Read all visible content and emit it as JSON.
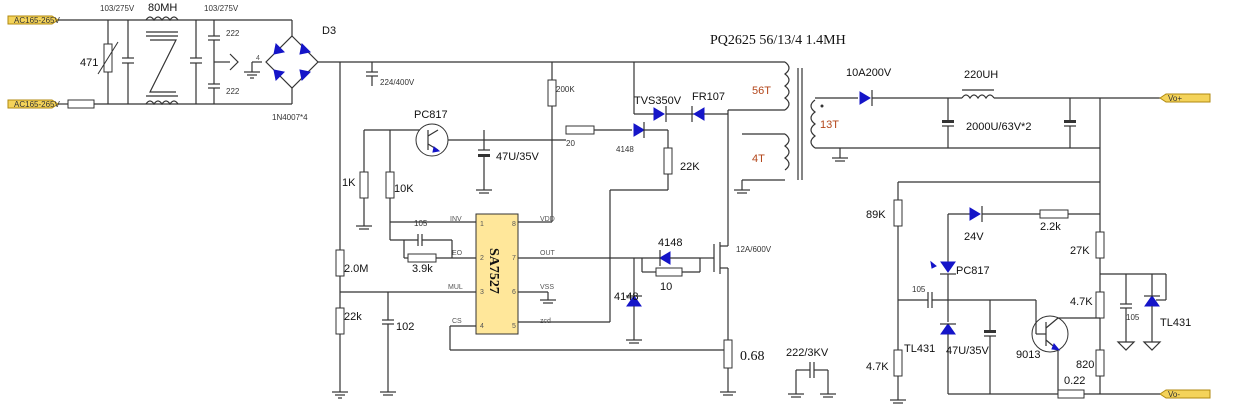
{
  "inputs": {
    "ac_top": "AC165-265V",
    "ac_bottom": "AC165-265V"
  },
  "outputs": {
    "out_top": "Vo+",
    "out_bottom": "Vo-"
  },
  "labels": {
    "c1": "103/275V",
    "l1": "80MH",
    "c2": "103/275V",
    "c222a": "222",
    "c222b": "222",
    "nt": "471",
    "bridge": "D3",
    "bridge_part": "1N4007*4",
    "c_bulk": "224/400V",
    "transformer": "PQ2625 56/13/4 1.4MH",
    "r200k": "200K",
    "tvs": "TVS350V",
    "fr107": "FR107",
    "n56": "56T",
    "n13": "13T",
    "n4": "4T",
    "d_out": "10A200V",
    "l_out": "220UH",
    "c_out": "2000U/63V*2",
    "pc817a": "PC817",
    "c47a": "47U/35V",
    "r20": "20",
    "d4148a": "4148",
    "r22ka": "22K",
    "r1k": "1K",
    "r10k": "10K",
    "c105a": "105",
    "r39k": "3.9k",
    "r20m": "2.0M",
    "r22kb": "22k",
    "c102": "102",
    "ic": "SA7527",
    "pin_inv": "INV",
    "pin_eo": "EO",
    "pin_mul": "MUL",
    "pin_cs": "CS",
    "pin_vdd": "VDD",
    "pin_out": "OUT",
    "pin_vss": "VSS",
    "pin_zcd": "zcd",
    "d4148b": "4148",
    "r10": "10",
    "d4148c": "4148",
    "mosfet": "12A/600V",
    "r068": "0.68",
    "c222_3kv": "222/3KV",
    "r89k": "89K",
    "z24v": "24V",
    "r22k2": "2.2k",
    "r27k": "27K",
    "pc817b": "PC817",
    "c105b": "105",
    "r47ka": "4.7K",
    "c105c": "105",
    "tl431a": "TL431",
    "tl431b": "TL431",
    "c47b": "47U/35V",
    "q9013": "9013",
    "r47kb": "4.7K",
    "r820": "820",
    "r022": "0.22",
    "pin1": "1",
    "pin2": "2",
    "pin3": "3",
    "pin4": "4",
    "pin5": "5",
    "pin6": "6",
    "pin7": "7",
    "pin8": "8",
    "n4b": "4"
  },
  "colors": {
    "wire": "#333333",
    "component_blue": "#1515c8",
    "ic_fill": "#ffe79a",
    "terminal_fill": "#f4d35a"
  }
}
